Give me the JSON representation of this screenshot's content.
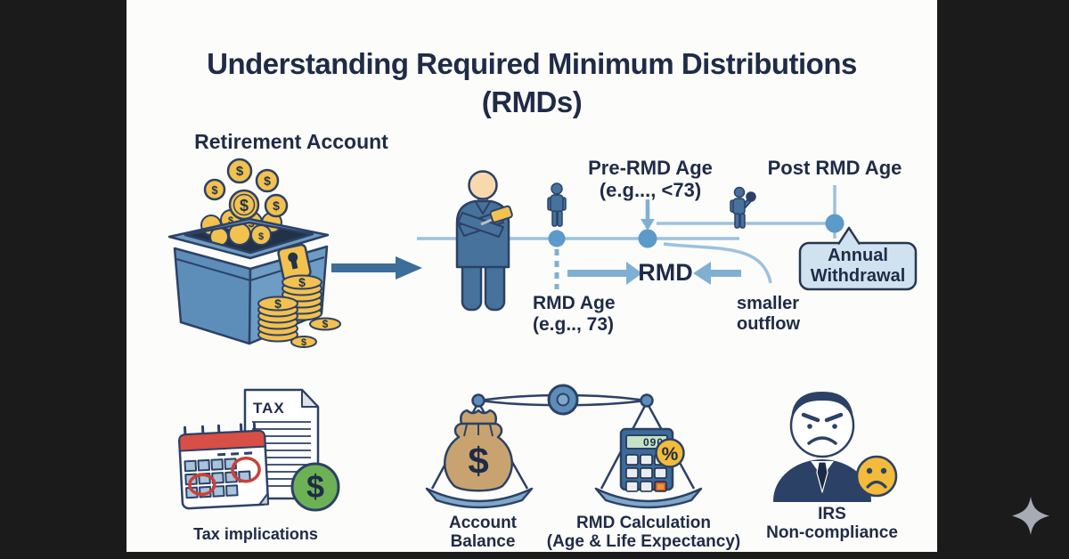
{
  "title": {
    "line1": "Understanding Required Minimum Distributions",
    "line2": "(RMDs)"
  },
  "diagram": {
    "retirement_label": "Retirement Account",
    "pre_rmd_line1": "Pre-RMD Age",
    "pre_rmd_line2": "(e.g..., <73)",
    "post_rmd_label": "Post RMD Age",
    "rmd_age_line1": "RMD Age",
    "rmd_age_line2": "(e.g.., 73)",
    "rmd_label": "RMD",
    "smaller_outflow_line1": "smaller",
    "smaller_outflow_line2": "outflow",
    "annual_withdrawal_line1": "Annual",
    "annual_withdrawal_line2": "Withdrawal"
  },
  "bottom_row": {
    "tax": {
      "label": "Tax implications",
      "doc_title": "TAX"
    },
    "balance": {
      "label_line1": "Account",
      "label_line2": "Balance"
    },
    "calculation": {
      "label_line1": "RMD Calculation",
      "label_line2": "(Age & Life Expectancy)",
      "display_value": "090",
      "badge_symbol": "%"
    },
    "irs": {
      "label_line1": "IRS",
      "label_line2": "Non-compliance"
    }
  },
  "symbols": {
    "dollar": "$"
  },
  "colors": {
    "letterbox": "#1b1b1b",
    "canvas": "#fcfcfa",
    "navy_text": "#1f2b47",
    "outline_navy": "#2c4166",
    "steel_blue": "#3d6e99",
    "figure_blue": "#46729c",
    "line_blue": "#9cc2de",
    "dot_blue": "#5b9ac9",
    "arrow_blue": "#7fb0d4",
    "gold": "#f2c14e",
    "box_face_left": "#5d8db9",
    "box_face_right": "#6d9cc4",
    "box_rim": "#6f9cc0",
    "box_interior": "#223249",
    "callout_fill": "#cfe2f0",
    "green_coin": "#6cb254",
    "calendar_red": "#d84f45",
    "circle_red": "#cc3f35",
    "grid_blue": "#a8c4dc",
    "bag_tan": "#c9a36f",
    "pan_blue": "#7fa8c9",
    "calc_body": "#3c6b99",
    "calc_display": "#c4e3c6",
    "calc_red_btn": "#cc4e35",
    "badge_yellow": "#f2bb3a",
    "skin": "#f8d9ae",
    "sparkle_gray": "#a7acb4"
  }
}
